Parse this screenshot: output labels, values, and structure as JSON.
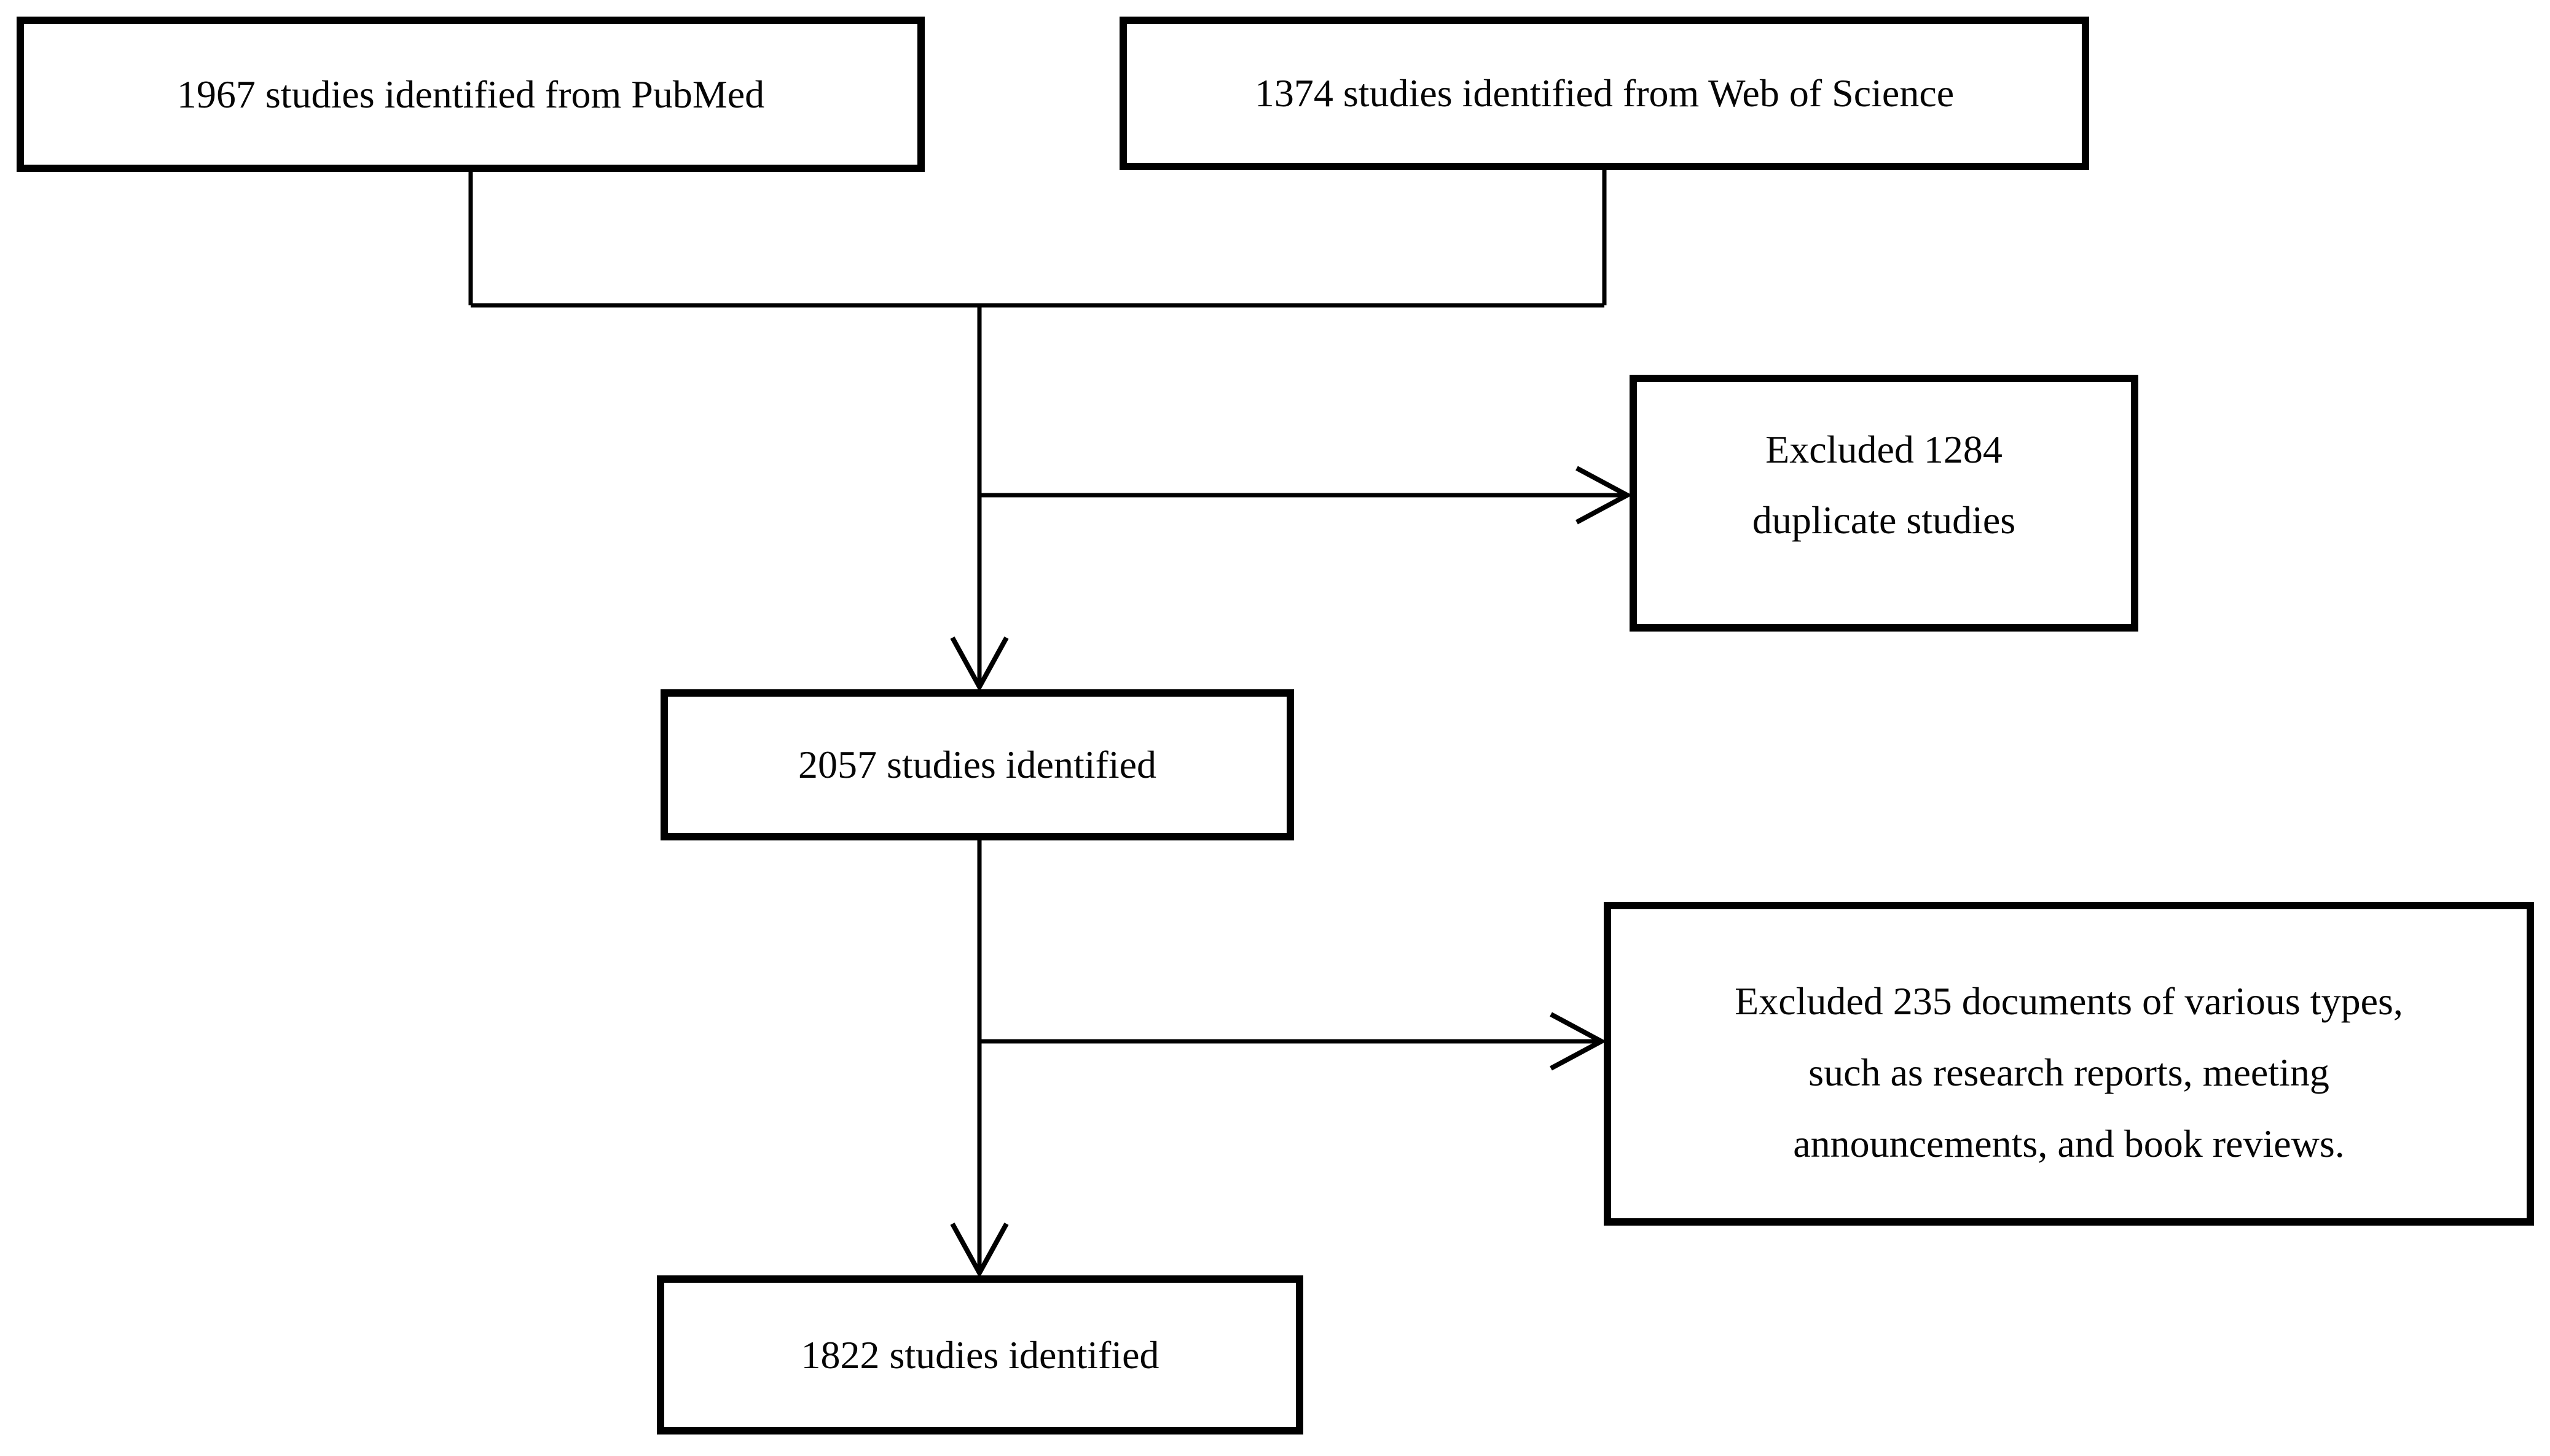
{
  "flowchart": {
    "boxes": {
      "pubmed": {
        "label": "1967 studies identified from PubMed"
      },
      "web_of_science": {
        "label": "1374 studies identified from Web of Science"
      },
      "excluded_duplicates": {
        "line1": "Excluded 1284",
        "line2": "duplicate studies"
      },
      "merged": {
        "label": "2057 studies identified"
      },
      "excluded_documents": {
        "line1": "Excluded 235 documents of various types,",
        "line2": "such as research reports, meeting",
        "line3": "announcements, and book reviews."
      },
      "final": {
        "label": "1822 studies identified"
      }
    },
    "counts": {
      "pubmed": 1967,
      "web_of_science": 1374,
      "duplicates_excluded": 1284,
      "after_deduplication": 2057,
      "documents_excluded": 235,
      "final": 1822
    },
    "colors": {
      "line": "#000000",
      "background": "#ffffff",
      "text": "#050505"
    }
  }
}
